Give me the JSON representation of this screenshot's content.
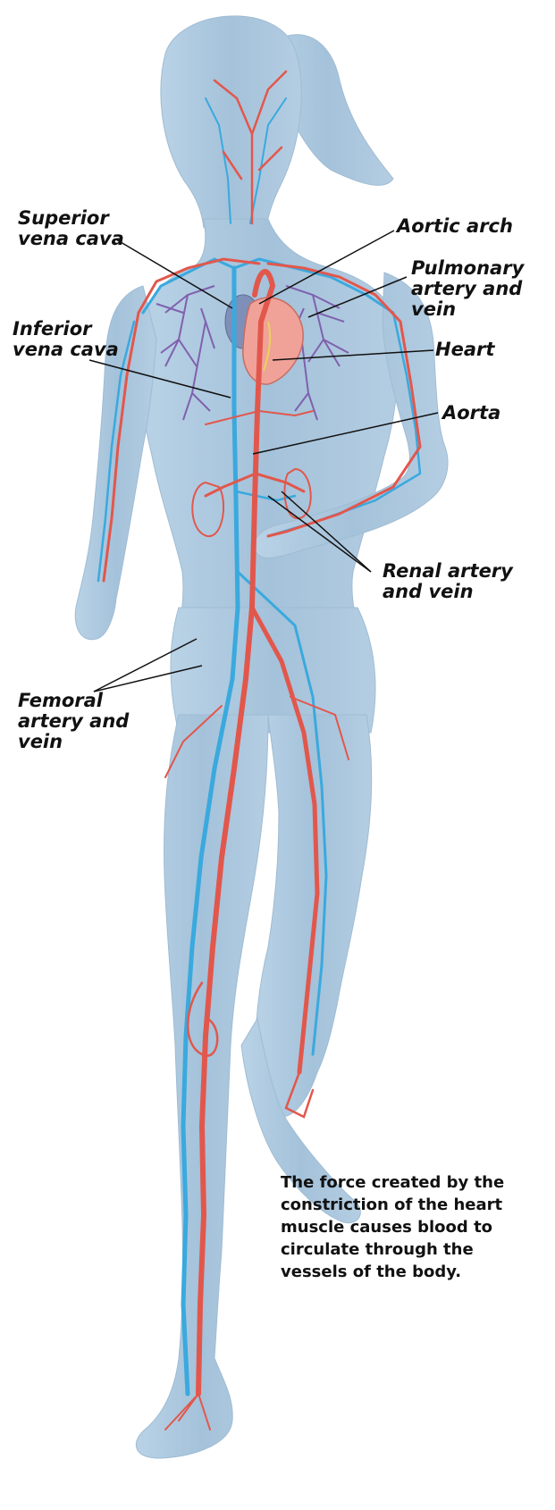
{
  "labels": {
    "superior_vena_cava": [
      "Superior",
      "vena cava"
    ],
    "aortic_arch": [
      "Aortic arch"
    ],
    "pulmonary": [
      "Pulmonary",
      "artery and",
      "vein"
    ],
    "inferior_vena_cava": [
      "Inferior",
      "vena cava"
    ],
    "heart": [
      "Heart"
    ],
    "aorta": [
      "Aorta"
    ],
    "renal": [
      "Renal artery",
      "and vein"
    ],
    "femoral": [
      "Femoral",
      "artery and",
      "vein"
    ]
  },
  "caption": [
    "The force created by the",
    "constriction of the heart",
    "muscle causes blood to",
    "circulate through the",
    "vessels of the body."
  ],
  "colors": {
    "body": "#a9c6dc",
    "artery": "#e2574c",
    "vein": "#3aa9de",
    "lung_vessels": "#7a55a8",
    "heart": "#f0a298"
  }
}
